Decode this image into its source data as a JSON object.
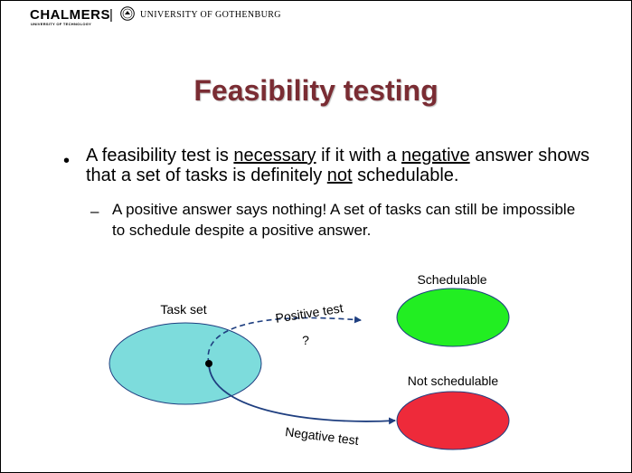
{
  "header": {
    "institution": "CHALMERS",
    "institution_sub": "UNIVERSITY OF TECHNOLOGY",
    "separator": "|",
    "partner": "UNIVERSITY OF GOTHENBURG"
  },
  "slide": {
    "title": "Feasibility testing",
    "bullet": {
      "marker": "•",
      "part1": "A feasibility test is ",
      "necessary": "necessary",
      "part2": " if it with a ",
      "negative": "negative",
      "part3": " answer shows that a set of tasks is definitely ",
      "not": "not",
      "part4": " schedulable."
    },
    "subbullet": {
      "marker": "–",
      "text": "A positive answer says nothing! A set of tasks can still be impossible to schedule despite a positive answer."
    }
  },
  "diagram": {
    "task_set_label": "Task set",
    "schedulable_label": "Schedulable",
    "not_schedulable_label": "Not schedulable",
    "positive_test_label": "Positive test",
    "question_mark": "?",
    "negative_test_label": "Negative test",
    "colors": {
      "task_set_fill": "#7ddcdc",
      "schedulable_fill": "#22ee22",
      "not_schedulable_fill": "#ee2a3a",
      "arrow": "#1f3f80",
      "title": "#7a2c33"
    }
  }
}
